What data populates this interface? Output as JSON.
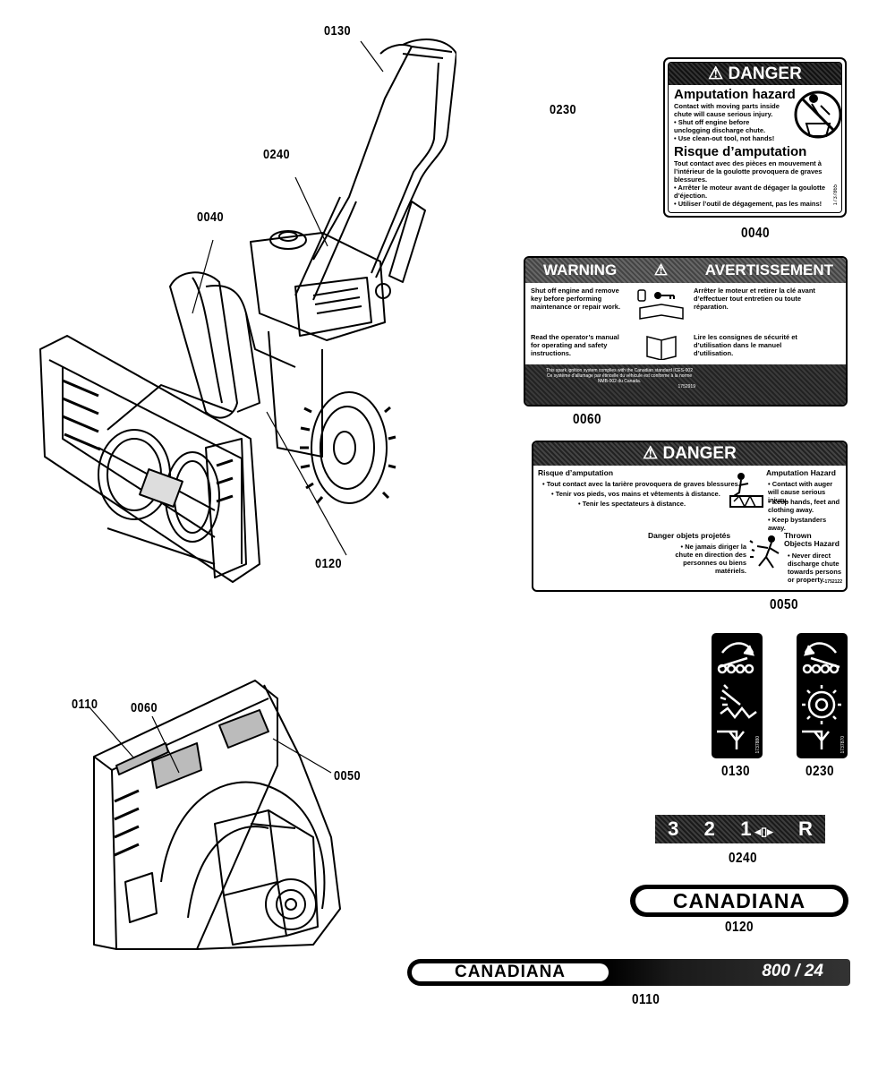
{
  "callouts": {
    "top_0130": "0130",
    "top_0230": "0230",
    "top_0240": "0240",
    "top_0040": "0040",
    "top_0120": "0120",
    "bot_0110": "0110",
    "bot_0060": "0060",
    "bot_0050": "0050"
  },
  "labels": {
    "d40": {
      "header": "DANGER",
      "title_en": "Amputation hazard",
      "text_en_1": "Contact with moving parts inside chute will cause serious injury.",
      "text_en_2": "• Shut off engine before unclogging discharge chute.",
      "text_en_3": "• Use clean-out tool, not hands!",
      "title_fr": "Risque d’amputation",
      "text_fr_1": "Tout contact avec des pièces en mouvement à l’intérieur de la goulotte provoquera de graves blessures.",
      "text_fr_2": "• Arrêter le moteur avant de dégager la goulotte d’éjection.",
      "text_fr_3": "• Utiliser l’outil de dégagement, pas les mains!",
      "code": "1737865",
      "caption": "0040"
    },
    "w60": {
      "header_en": "WARNING",
      "header_fr": "AVERTISSEMENT",
      "r1_en": "Shut off engine and remove key before performing maintenance or repair work.",
      "r1_fr": "Arrêter le moteur et retirer la clé avant d’effectuer tout entretien ou toute réparation.",
      "r2_en": "Read the operator’s manual for operating and safety instructions.",
      "r2_fr": "Lire les consignes de sécurité et d’utilisation dans le manuel d’utilisation.",
      "bottom_1": "This spark ignition system complies with the Canadian standard ICES-002",
      "bottom_2": "Ce système d’allumage par étincelle du véhicule est conforme à la norme NMB-002 du Canada.",
      "code": "1752919",
      "caption": "0060"
    },
    "d50": {
      "header": "DANGER",
      "fr_title": "Risque d’amputation",
      "fr_1": "• Tout contact avec la tarière provoquera de graves blessures.",
      "fr_2": "• Tenir vos pieds, vos mains et vêtements à distance.",
      "fr_3": "• Tenir les spectateurs à distance.",
      "en_title": "Amputation Hazard",
      "en_1": "• Contact with auger will cause serious injury.",
      "en_2": "• Keep hands, feet and clothing away.",
      "en_3": "• Keep bystanders away.",
      "fr2_title": "Danger objets projetés",
      "fr2_1": "• Ne jamais diriger la chute en direction des personnes ou biens matériels.",
      "en2_title": "Thrown Objects Hazard",
      "en2_1": "• Never direct discharge chute towards persons or property.",
      "code": "1752122",
      "caption": "0050"
    },
    "decal_0130": {
      "code": "1737880",
      "caption": "0130"
    },
    "decal_0230": {
      "code": "1737870",
      "caption": "0230"
    },
    "gear": {
      "g3": "3",
      "g2": "2",
      "g1": "1",
      "gR": "R",
      "caption": "0240"
    },
    "canadiana": {
      "text": "CANADIANA",
      "caption": "0120"
    },
    "strip": {
      "text": "CANADIANA",
      "model": "800 / 24",
      "caption": "0110"
    }
  }
}
